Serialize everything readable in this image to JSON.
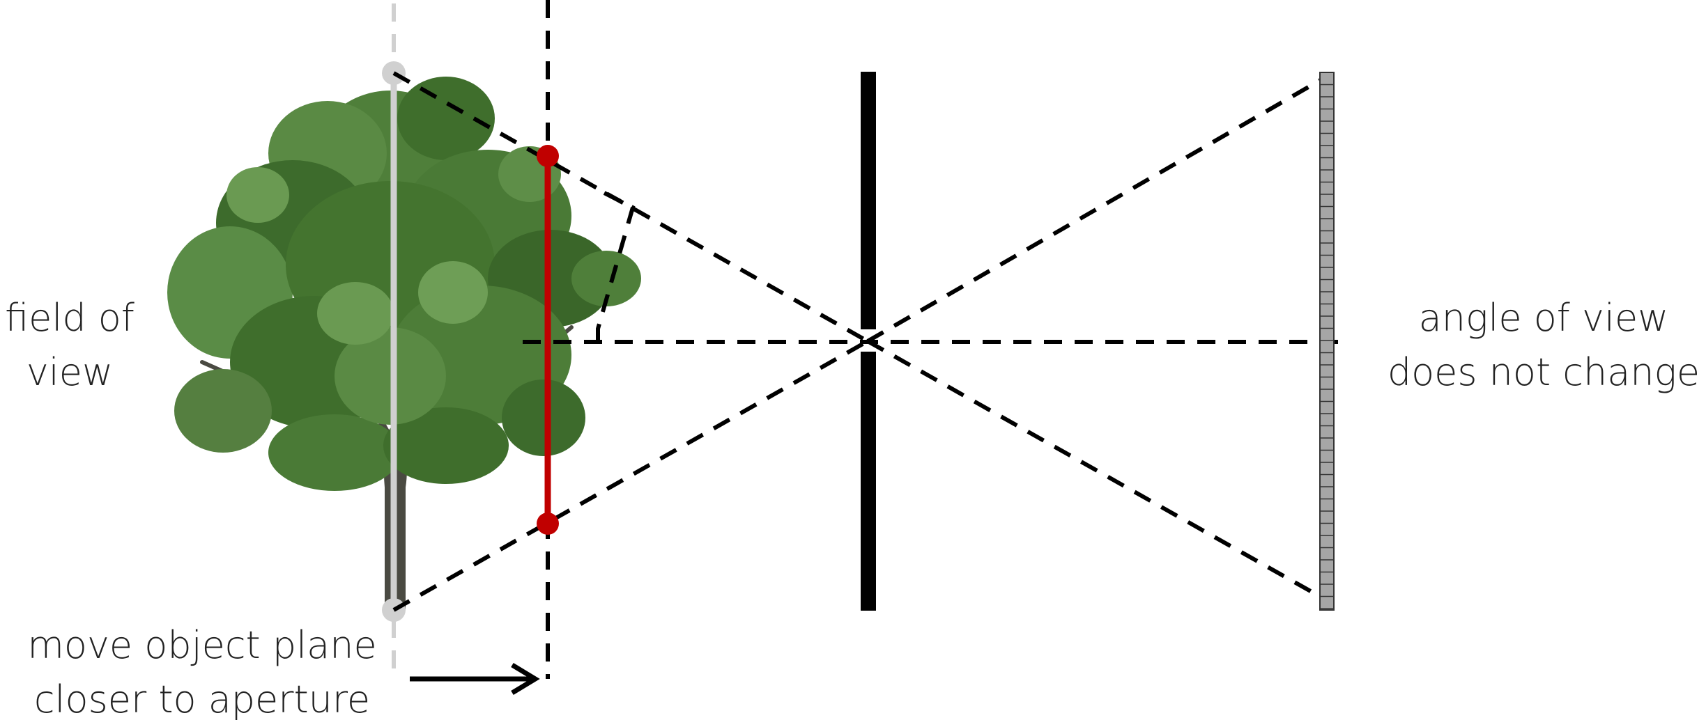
{
  "labels": {
    "field_of_view_line1": "field of",
    "field_of_view_line2": "view",
    "angle_line1": "angle of view",
    "angle_line2": "does not change",
    "move_line1": "move object plane",
    "move_line2": "closer to aperture"
  },
  "icons": {
    "tree": "tree-icon",
    "arrow": "arrow-right-icon"
  },
  "colors": {
    "object_plane_new": "#c00000",
    "object_plane_old": "#d0d0d0",
    "rays": "#000000",
    "sensor": "#a6a6a6",
    "foliage": "#3d6b2c",
    "trunk": "#4a4a42"
  }
}
